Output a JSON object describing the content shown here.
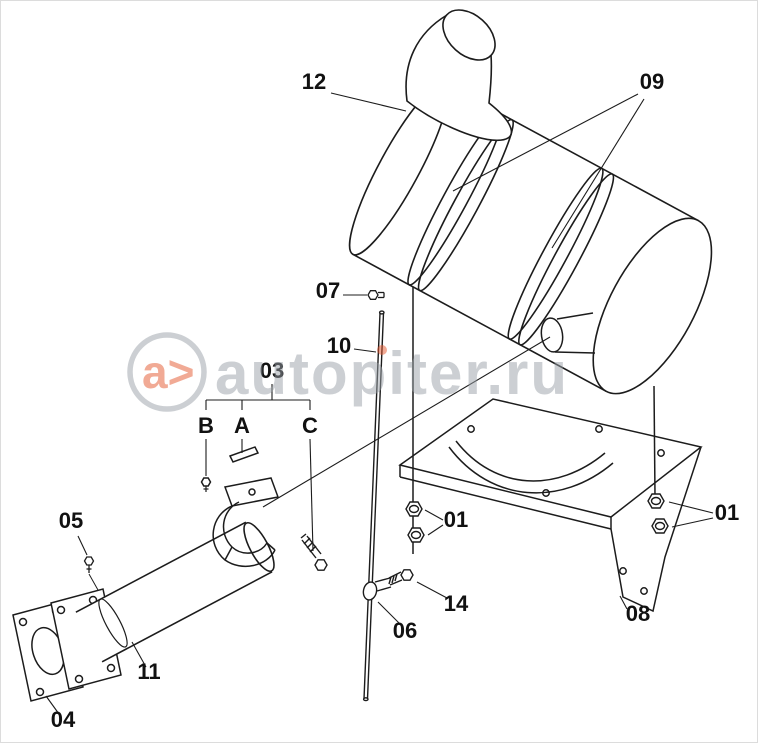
{
  "callouts": {
    "12": "12",
    "09": "09",
    "07": "07",
    "10": "10",
    "03": "03",
    "B": "B",
    "A": "A",
    "C": "C",
    "05": "05",
    "01_left": "01",
    "01_right": "01",
    "11": "11",
    "04": "04",
    "06": "06",
    "14": "14",
    "08": "08"
  },
  "watermark": {
    "logo_text": "a>",
    "site_text": "autopiter.ru",
    "accent_color": "#e4572e",
    "text_color": "#9aa1a8"
  },
  "colors": {
    "line": "#1c1c1c",
    "background": "#ffffff"
  }
}
